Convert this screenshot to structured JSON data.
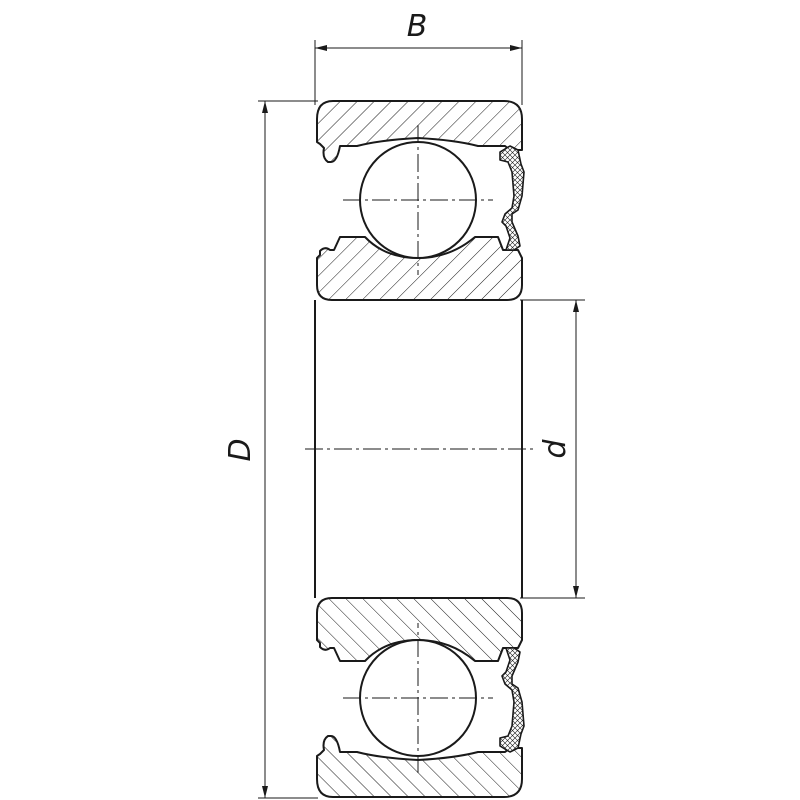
{
  "dimensions": {
    "width_label": "B",
    "outer_diameter_label": "D",
    "inner_diameter_label": "d"
  },
  "colors": {
    "line": "#1a1a1a",
    "background": "#ffffff"
  }
}
